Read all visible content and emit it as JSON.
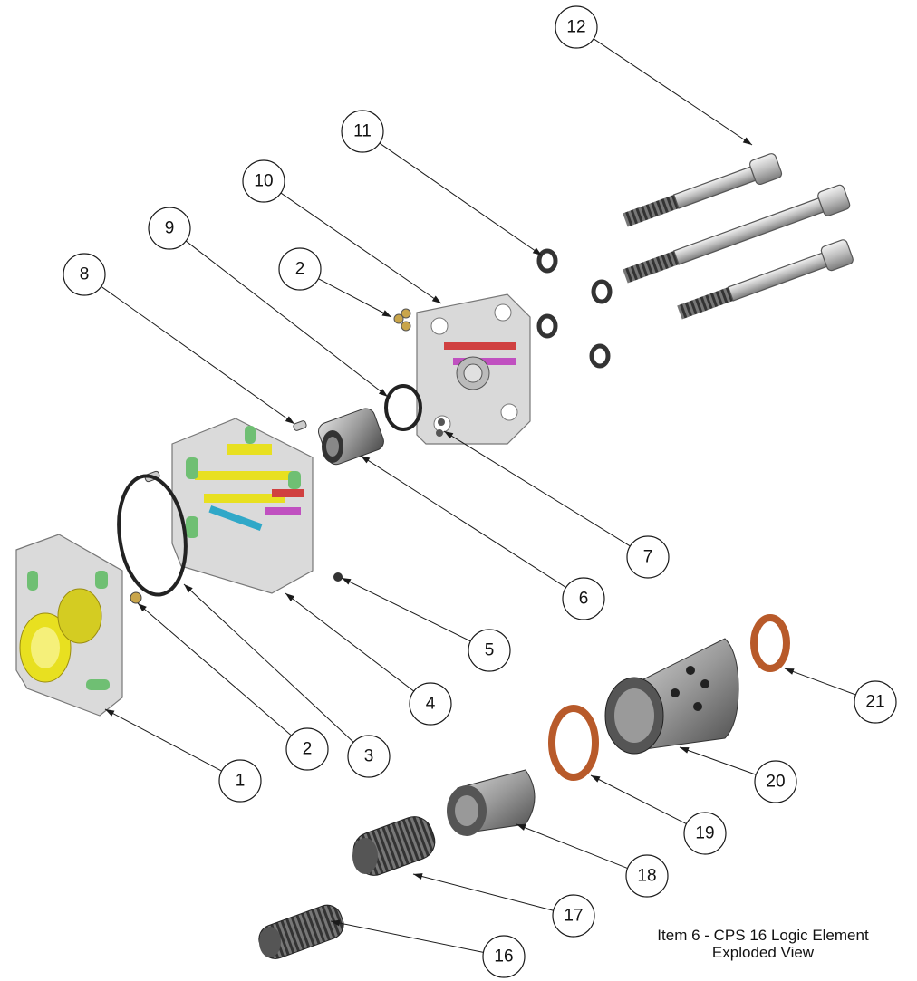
{
  "caption": {
    "line1": "Item 6 - CPS 16 Logic Element",
    "line2": "Exploded View"
  },
  "balloons": [
    {
      "id": "b12",
      "label": "12"
    },
    {
      "id": "b11",
      "label": "11"
    },
    {
      "id": "b10",
      "label": "10"
    },
    {
      "id": "b9",
      "label": "9"
    },
    {
      "id": "b8",
      "label": "8"
    },
    {
      "id": "b2a",
      "label": "2"
    },
    {
      "id": "b7",
      "label": "7"
    },
    {
      "id": "b6",
      "label": "6"
    },
    {
      "id": "b5",
      "label": "5"
    },
    {
      "id": "b4",
      "label": "4"
    },
    {
      "id": "b3",
      "label": "3"
    },
    {
      "id": "b2b",
      "label": "2"
    },
    {
      "id": "b1",
      "label": "1"
    },
    {
      "id": "b21",
      "label": "21"
    },
    {
      "id": "b20",
      "label": "20"
    },
    {
      "id": "b19",
      "label": "19"
    },
    {
      "id": "b18",
      "label": "18"
    },
    {
      "id": "b17",
      "label": "17"
    },
    {
      "id": "b16",
      "label": "16"
    }
  ],
  "colors": {
    "housing": "#d6d6d6",
    "passage_yellow": "#e8e020",
    "passage_green": "#6fbf73",
    "passage_red": "#d04040",
    "passage_magenta": "#c050c0",
    "passage_cyan": "#30a8c8",
    "steel": "#8a8a8a",
    "seal_orange": "#b85a2a"
  }
}
